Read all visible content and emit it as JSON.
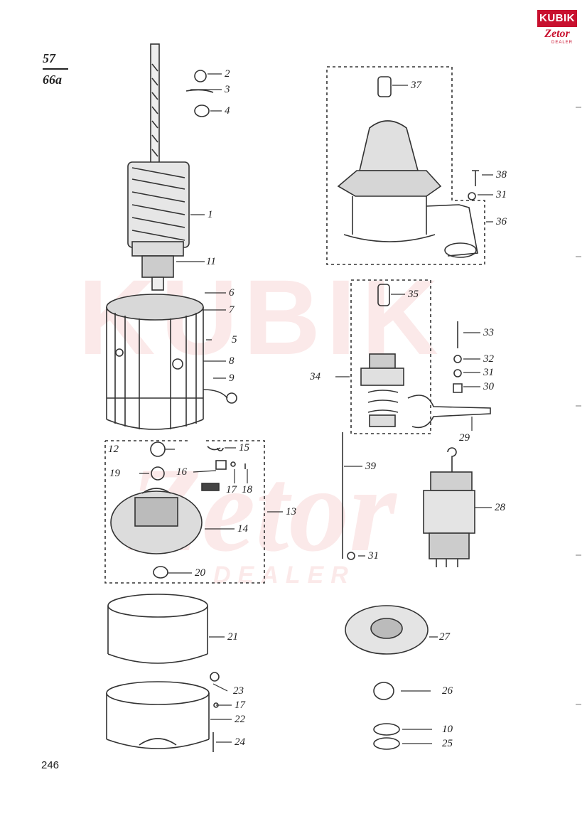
{
  "sheet": {
    "numerator": "57",
    "denominator": "66a"
  },
  "page_number": "246",
  "logo": {
    "top": "KUBIK",
    "bottom": "Zetor",
    "small": "DEALER"
  },
  "watermark": {
    "line1": "KUBIK",
    "line2": "Zetor",
    "line3": "DEALER"
  },
  "callouts": [
    "1",
    "2",
    "3",
    "4",
    "5",
    "6",
    "7",
    "8",
    "9",
    "10",
    "11",
    "12",
    "13",
    "14",
    "15",
    "16",
    "17",
    "18",
    "19",
    "20",
    "21",
    "22",
    "23",
    "17",
    "24",
    "25",
    "26",
    "27",
    "28",
    "29",
    "30",
    "31",
    "32",
    "33",
    "34",
    "35",
    "31",
    "36",
    "37",
    "38",
    "39",
    "31"
  ],
  "colors": {
    "ink": "#222222",
    "brand": "#c8102e"
  }
}
